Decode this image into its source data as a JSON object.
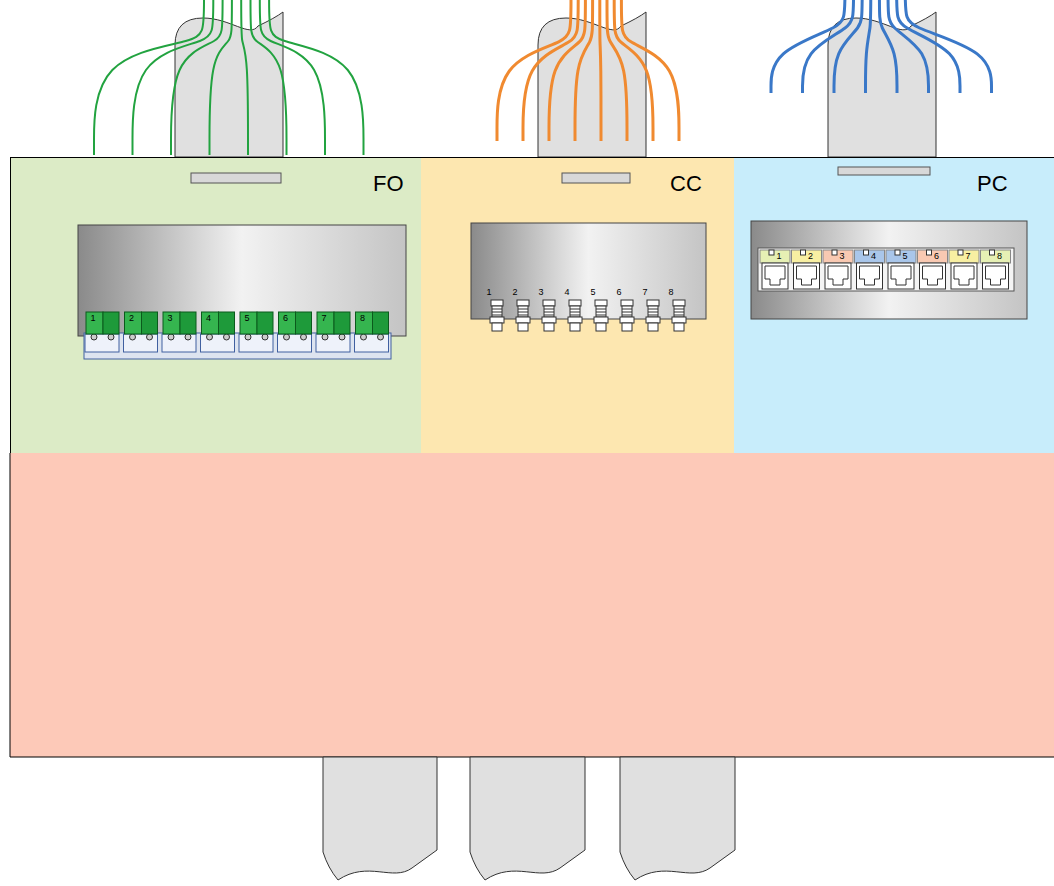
{
  "diagram": {
    "nodes": [
      {
        "text": [
          "FO"
        ]
      },
      {
        "text": [
          "CC"
        ]
      },
      {
        "text": [
          "PC"
        ]
      }
    ],
    "labels": [
      "1",
      "2",
      "3",
      "4",
      "5",
      "6",
      "7",
      "8",
      "1",
      "2",
      "3",
      "4",
      "5",
      "6",
      "7",
      "8",
      "1",
      "2",
      "3",
      "4",
      "5",
      "6",
      "7",
      "8"
    ]
  }
}
